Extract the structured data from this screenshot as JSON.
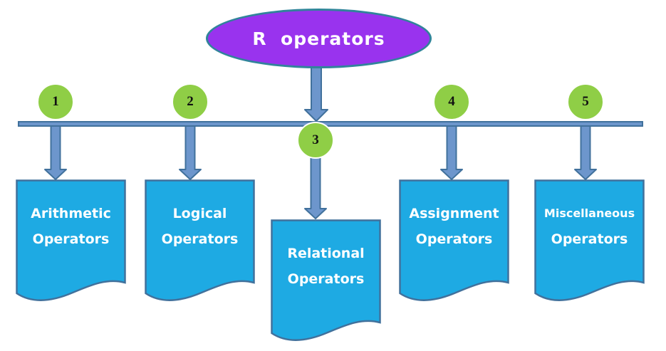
{
  "diagram": {
    "root": {
      "label": "R  operators"
    },
    "branches": [
      {
        "number": "1",
        "label_line1": "Arithmetic",
        "label_line2": "Operators"
      },
      {
        "number": "2",
        "label_line1": "Logical",
        "label_line2": "Operators"
      },
      {
        "number": "3",
        "label_line1": "Relational",
        "label_line2": "Operators"
      },
      {
        "number": "4",
        "label_line1": "Assignment",
        "label_line2": "Operators"
      },
      {
        "number": "5",
        "label_line1": "Miscellaneous",
        "label_line2": "Operators"
      }
    ]
  },
  "colors": {
    "purple": "#9933EE",
    "ellipse-border": "#31849B",
    "cyan": "#1EAAE3",
    "shape-border": "#41719C",
    "arrow-fill": "#6D96CC",
    "arrow-border": "#41719C",
    "bar-fill": "#6D96CC",
    "bar-border": "#41719C",
    "green": "#8FCE46"
  }
}
